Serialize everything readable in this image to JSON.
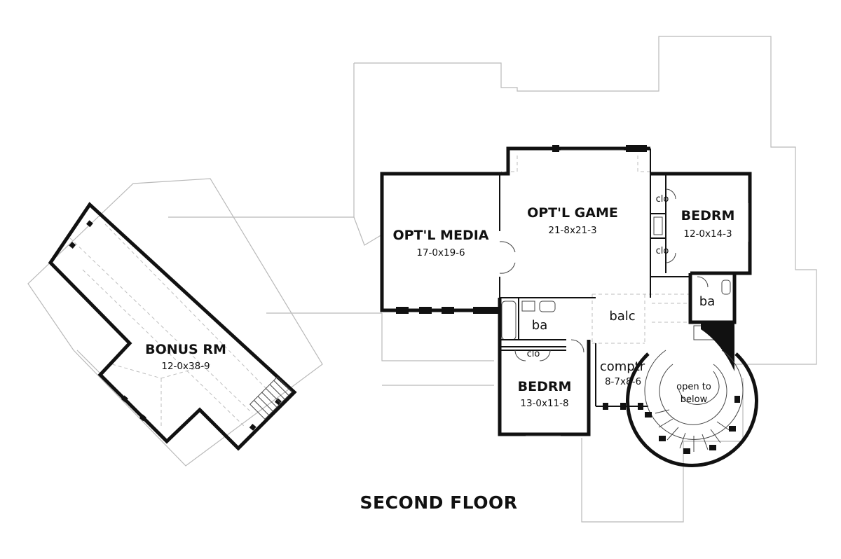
{
  "plan_title": "SECOND FLOOR",
  "rooms": {
    "bonus": {
      "name": "BONUS RM",
      "dims": "12-0x38-9"
    },
    "media": {
      "name": "OPT'L MEDIA",
      "dims": "17-0x19-6"
    },
    "game": {
      "name": "OPT'L GAME",
      "dims": "21-8x21-3"
    },
    "bedrm_east": {
      "name": "BEDRM",
      "dims": "12-0x14-3"
    },
    "bedrm_south": {
      "name": "BEDRM",
      "dims": "13-0x11-8"
    },
    "comptr": {
      "name": "comptr",
      "dims": "8-7x8-6"
    }
  },
  "labels": {
    "clo_1": "clo",
    "clo_2": "clo",
    "clo_3": "clo",
    "ba_1": "ba",
    "ba_2": "ba",
    "balc": "balc",
    "open_line1": "open to",
    "open_line2": "below"
  }
}
